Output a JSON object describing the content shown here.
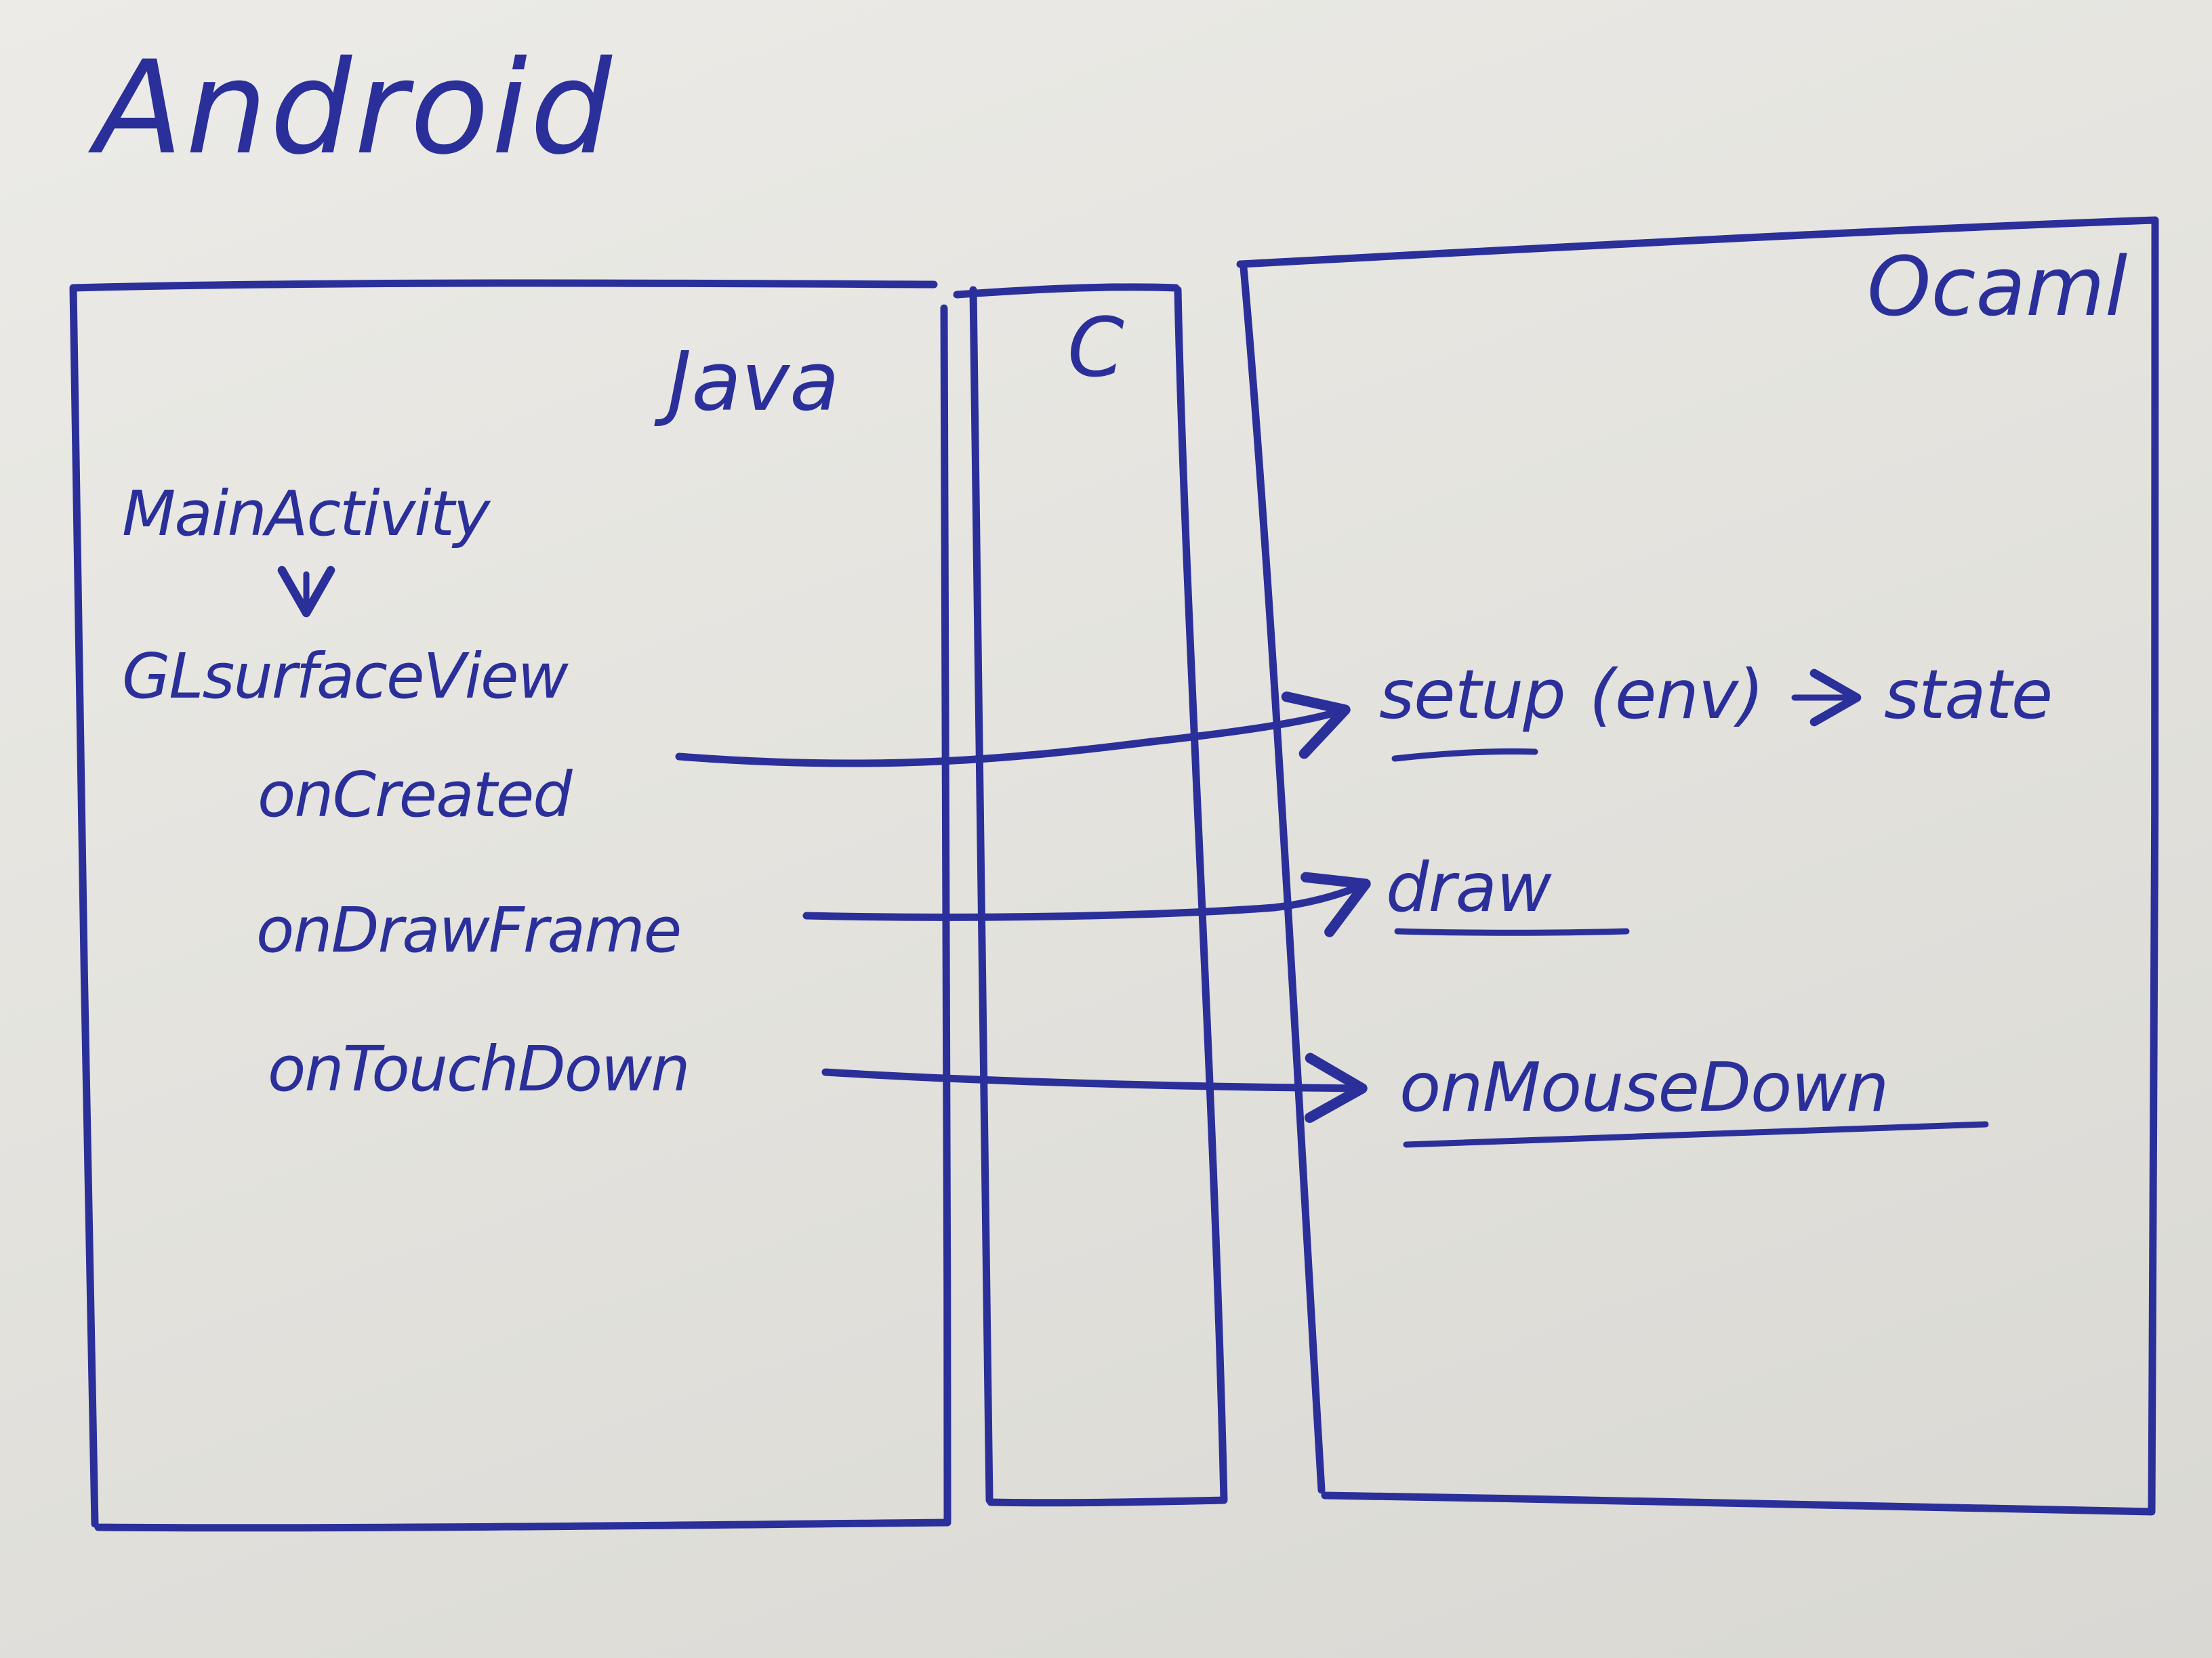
{
  "title": "Android",
  "layers": {
    "java": "Java",
    "c": "C",
    "ocaml": "Ocaml"
  },
  "java_items": {
    "activity": "MainActivity",
    "view": "GLsurfaceView",
    "on_created": "onCreated",
    "on_draw_frame": "onDrawFrame",
    "on_touch_down": "onTouchDown"
  },
  "ocaml_items": {
    "setup": "setup",
    "setup_args": "(env)",
    "state": "state",
    "draw": "draw",
    "on_mouse_down": "onMouseDown"
  },
  "colors": {
    "ink": "#2a2f9a",
    "paper": "#e6e6e1"
  }
}
